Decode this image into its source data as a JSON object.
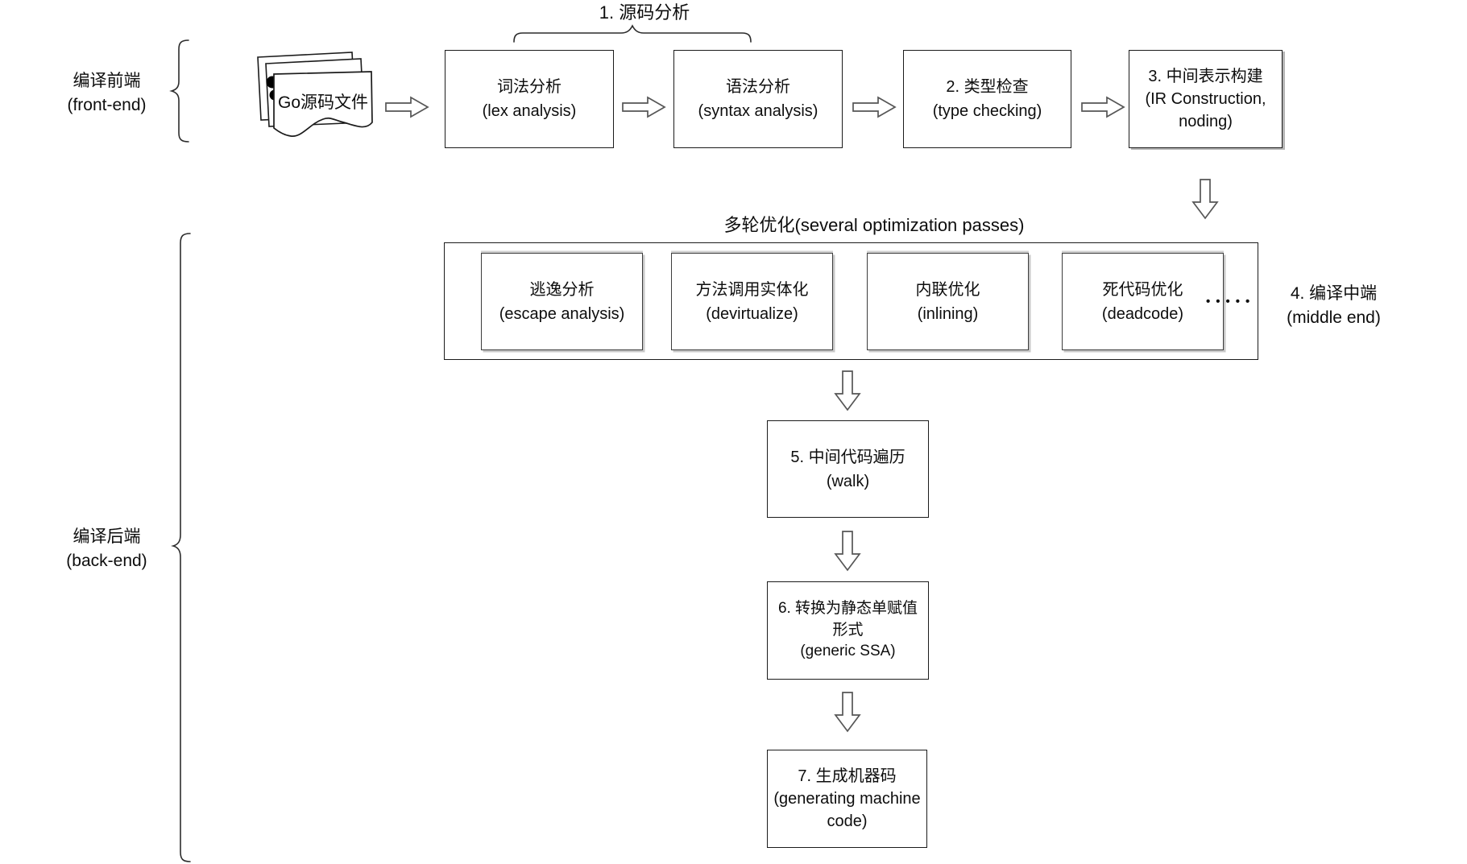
{
  "labels": {
    "step1_group": "1. 源码分析",
    "front_end": "编译前端\n(front-end)",
    "back_end": "编译后端\n(back-end)",
    "middle_end": "4. 编译中端\n(middle end)",
    "optimization_band": "多轮优化(several optimization passes)",
    "ellipsis": "•••••"
  },
  "source_file": {
    "label": "Go源码文件"
  },
  "pipeline": {
    "front_end_steps": [
      {
        "id": "lex",
        "label": "词法分析\n(lex analysis)"
      },
      {
        "id": "syntax",
        "label": "语法分析\n(syntax analysis)"
      },
      {
        "id": "typecheck",
        "label": "2. 类型检查\n(type checking)"
      },
      {
        "id": "ir-construction",
        "label": "3. 中间表示构建\n(IR Construction,\nnoding)"
      }
    ],
    "optimization_passes": [
      {
        "id": "escape-analysis",
        "label": "逃逸分析\n(escape analysis)"
      },
      {
        "id": "devirtualize",
        "label": "方法调用实体化\n(devirtualize)"
      },
      {
        "id": "inlining",
        "label": "内联优化\n(inlining)"
      },
      {
        "id": "deadcode",
        "label": "死代码优化\n(deadcode)"
      }
    ],
    "back_end_steps": [
      {
        "id": "walk",
        "label": "5. 中间代码遍历\n(walk)"
      },
      {
        "id": "generic-ssa",
        "label": "6. 转换为静态单赋值\n形式\n(generic SSA)"
      },
      {
        "id": "codegen",
        "label": "7. 生成机器码\n(generating machine\ncode)"
      }
    ]
  },
  "colors": {
    "background": "#ffffff",
    "box_border": "#1b1b1b",
    "box_fill": "#ffffff",
    "arrow_stroke": "#565656",
    "brace_stroke": "#2c2c2c",
    "shadow": "#b5b5b5",
    "text": "#0d0d0d"
  }
}
